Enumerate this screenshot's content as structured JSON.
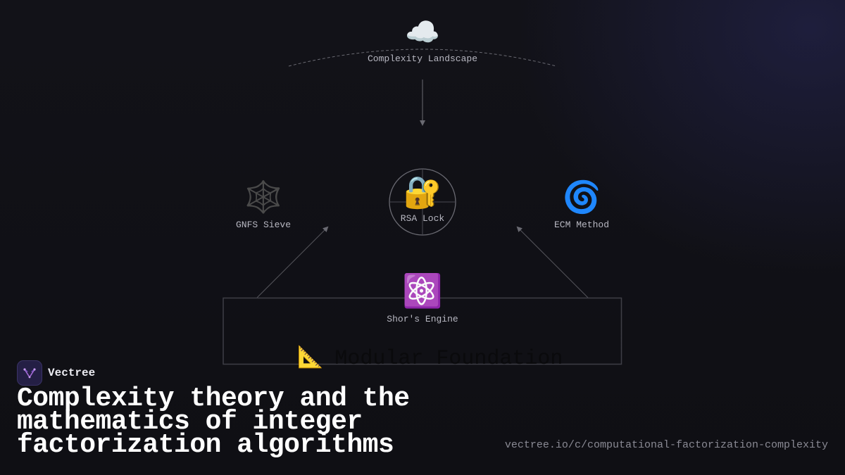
{
  "diagram": {
    "top": {
      "icon": "cloud-icon",
      "emoji": "☁️",
      "label": "Complexity Landscape"
    },
    "center": {
      "icon": "locked-with-key-icon",
      "emoji": "🔐",
      "label": "RSA Lock"
    },
    "left": {
      "icon": "spider-web-icon",
      "emoji": "🕸️",
      "label": "GNFS Sieve"
    },
    "right": {
      "icon": "cyclone-icon",
      "emoji": "🌀",
      "label": "ECM Method"
    },
    "bottom": {
      "icon": "atom-icon",
      "emoji": "⚛️",
      "label": "Shor's Engine"
    },
    "foundation": {
      "icon": "triangular-ruler-icon",
      "emoji": "📐",
      "label": "Modular Foundation"
    }
  },
  "brand": {
    "name": "Vectree"
  },
  "headline": "Complexity theory and the mathematics of integer factorization algorithms",
  "url": "vectree.io/c/computational-factorization-complexity",
  "colors": {
    "background": "#111116",
    "line": "#5a5a62",
    "label": "#b8b8c2",
    "brand_logo": "#241f45",
    "brand_accent": "#a66bd9"
  }
}
